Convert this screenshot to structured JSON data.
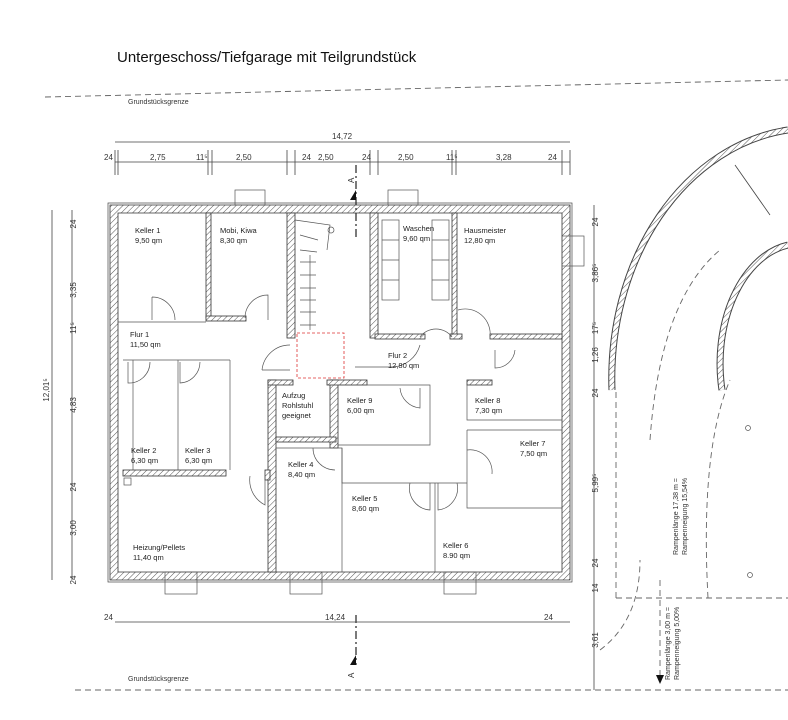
{
  "title": "Untergeschoss/Tiefgarage mit Teilgrundstück",
  "boundary_label_top": "Grundstücksgrenze",
  "boundary_label_bottom": "Grundstücksgrenze",
  "section_marker": "A",
  "rooms": [
    {
      "name": "Keller 1",
      "area": "9,50 qm"
    },
    {
      "name": "Mobi, Kiwa",
      "area": "8,30 qm"
    },
    {
      "name": "Waschen",
      "area": "9,60 qm"
    },
    {
      "name": "Hausmeister",
      "area": "12,80 qm"
    },
    {
      "name": "Flur 1",
      "area": "11,50 qm"
    },
    {
      "name": "Flur 2",
      "area": "12,80 qm"
    },
    {
      "name": "Aufzug",
      "area": "Rohlstuhl",
      "extra": "geeignet"
    },
    {
      "name": "Keller 9",
      "area": "6,00 qm"
    },
    {
      "name": "Keller 8",
      "area": "7,30 qm"
    },
    {
      "name": "Keller 2",
      "area": "6,30 qm"
    },
    {
      "name": "Keller 3",
      "area": "6,30 qm"
    },
    {
      "name": "Keller 7",
      "area": "7,50 qm"
    },
    {
      "name": "Keller 4",
      "area": "8,40 qm"
    },
    {
      "name": "Keller 5",
      "area": "8,60 qm"
    },
    {
      "name": "Heizung/Pellets",
      "area": "11,40 qm"
    },
    {
      "name": "Keller 6",
      "area": "8.90 qm"
    }
  ],
  "dimensions": {
    "top_total": "14,72",
    "top": [
      "24",
      "2,75",
      "11⁵",
      "2,50",
      "24",
      "2,50",
      "24",
      "2,50",
      "11⁵",
      "3,28",
      "24"
    ],
    "left_total": "12,01⁵",
    "left": [
      "24",
      "3,35",
      "11⁵",
      "4,83",
      "24",
      "3,00",
      "24"
    ],
    "right": [
      "24",
      "3,86⁵",
      "17⁵",
      "1,26",
      "24",
      "5,99⁵",
      "24",
      "14",
      "3,61"
    ],
    "bottom": [
      "24",
      "14,24",
      "24"
    ]
  },
  "ramp": {
    "upper_line1": "Rampenlänge 17,38 m =",
    "upper_line2": "Rampenneigung 15,54%",
    "lower_line1": "Rampenlänge 3,00 m =",
    "lower_line2": "Rampenneigung 5,00%"
  }
}
